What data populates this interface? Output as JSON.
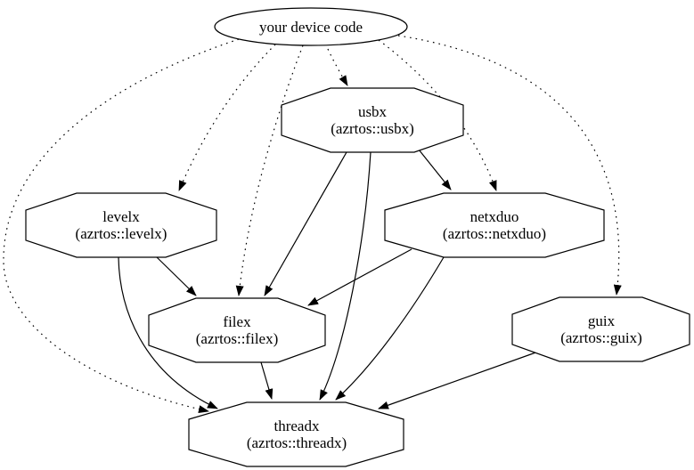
{
  "diagram": {
    "background_color": "#ffffff",
    "line_color": "#000000",
    "nodes": {
      "device": {
        "label": "your device code",
        "shape": "ellipse"
      },
      "usbx": {
        "title": "usbx",
        "subtitle": "(azrtos::usbx)",
        "shape": "octagon"
      },
      "levelx": {
        "title": "levelx",
        "subtitle": "(azrtos::levelx)",
        "shape": "octagon"
      },
      "netxduo": {
        "title": "netxduo",
        "subtitle": "(azrtos::netxduo)",
        "shape": "octagon"
      },
      "filex": {
        "title": "filex",
        "subtitle": "(azrtos::filex)",
        "shape": "octagon"
      },
      "guix": {
        "title": "guix",
        "subtitle": "(azrtos::guix)",
        "shape": "octagon"
      },
      "threadx": {
        "title": "threadx",
        "subtitle": "(azrtos::threadx)",
        "shape": "octagon"
      }
    },
    "edges": [
      {
        "from": "your device code",
        "to": "usbx",
        "style": "dotted"
      },
      {
        "from": "your device code",
        "to": "levelx",
        "style": "dotted"
      },
      {
        "from": "your device code",
        "to": "netxduo",
        "style": "dotted"
      },
      {
        "from": "your device code",
        "to": "filex",
        "style": "dotted"
      },
      {
        "from": "your device code",
        "to": "guix",
        "style": "dotted"
      },
      {
        "from": "your device code",
        "to": "threadx",
        "style": "dotted"
      },
      {
        "from": "usbx",
        "to": "netxduo",
        "style": "solid"
      },
      {
        "from": "usbx",
        "to": "filex",
        "style": "solid"
      },
      {
        "from": "usbx",
        "to": "threadx",
        "style": "solid"
      },
      {
        "from": "levelx",
        "to": "filex",
        "style": "solid"
      },
      {
        "from": "levelx",
        "to": "threadx",
        "style": "solid"
      },
      {
        "from": "netxduo",
        "to": "filex",
        "style": "solid"
      },
      {
        "from": "netxduo",
        "to": "threadx",
        "style": "solid"
      },
      {
        "from": "filex",
        "to": "threadx",
        "style": "solid"
      },
      {
        "from": "guix",
        "to": "threadx",
        "style": "solid"
      }
    ]
  }
}
